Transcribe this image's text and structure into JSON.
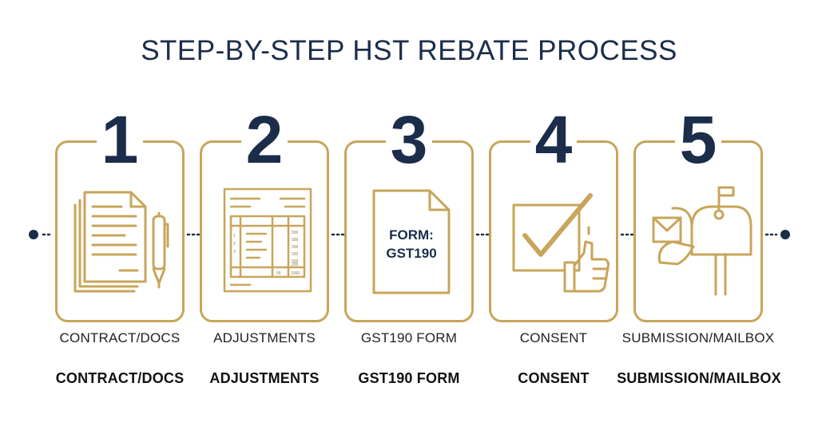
{
  "title": "STEP-BY-STEP HST REBATE PROCESS",
  "colors": {
    "navy": "#1b2d4a",
    "gold": "#c8a55a"
  },
  "steps": [
    {
      "number": "1",
      "icon": "document-pen-icon",
      "label": "CONTRACT/DOCS",
      "bold_label": "CONTRACT/DOCS"
    },
    {
      "number": "2",
      "icon": "spreadsheet-icon",
      "label": "ADJUSTMENTS",
      "bold_label": "ADJUSTMENTS",
      "table_values": [
        "1",
        "2",
        "3",
        "500",
        "500",
        "200",
        "200",
        "500",
        "200",
        "55",
        "1000"
      ]
    },
    {
      "number": "3",
      "icon": "form-document-icon",
      "label": "GST190 FORM",
      "bold_label": "GST190 FORM",
      "form_line1": "FORM:",
      "form_line2": "GST190"
    },
    {
      "number": "4",
      "icon": "checkbox-thumbs-up-icon",
      "label": "CONSENT",
      "bold_label": "CONSENT"
    },
    {
      "number": "5",
      "icon": "mailbox-envelope-icon",
      "label": "SUBMISSION/MAILBOX",
      "bold_label": "SUBMISSION/MAILBOX"
    }
  ]
}
